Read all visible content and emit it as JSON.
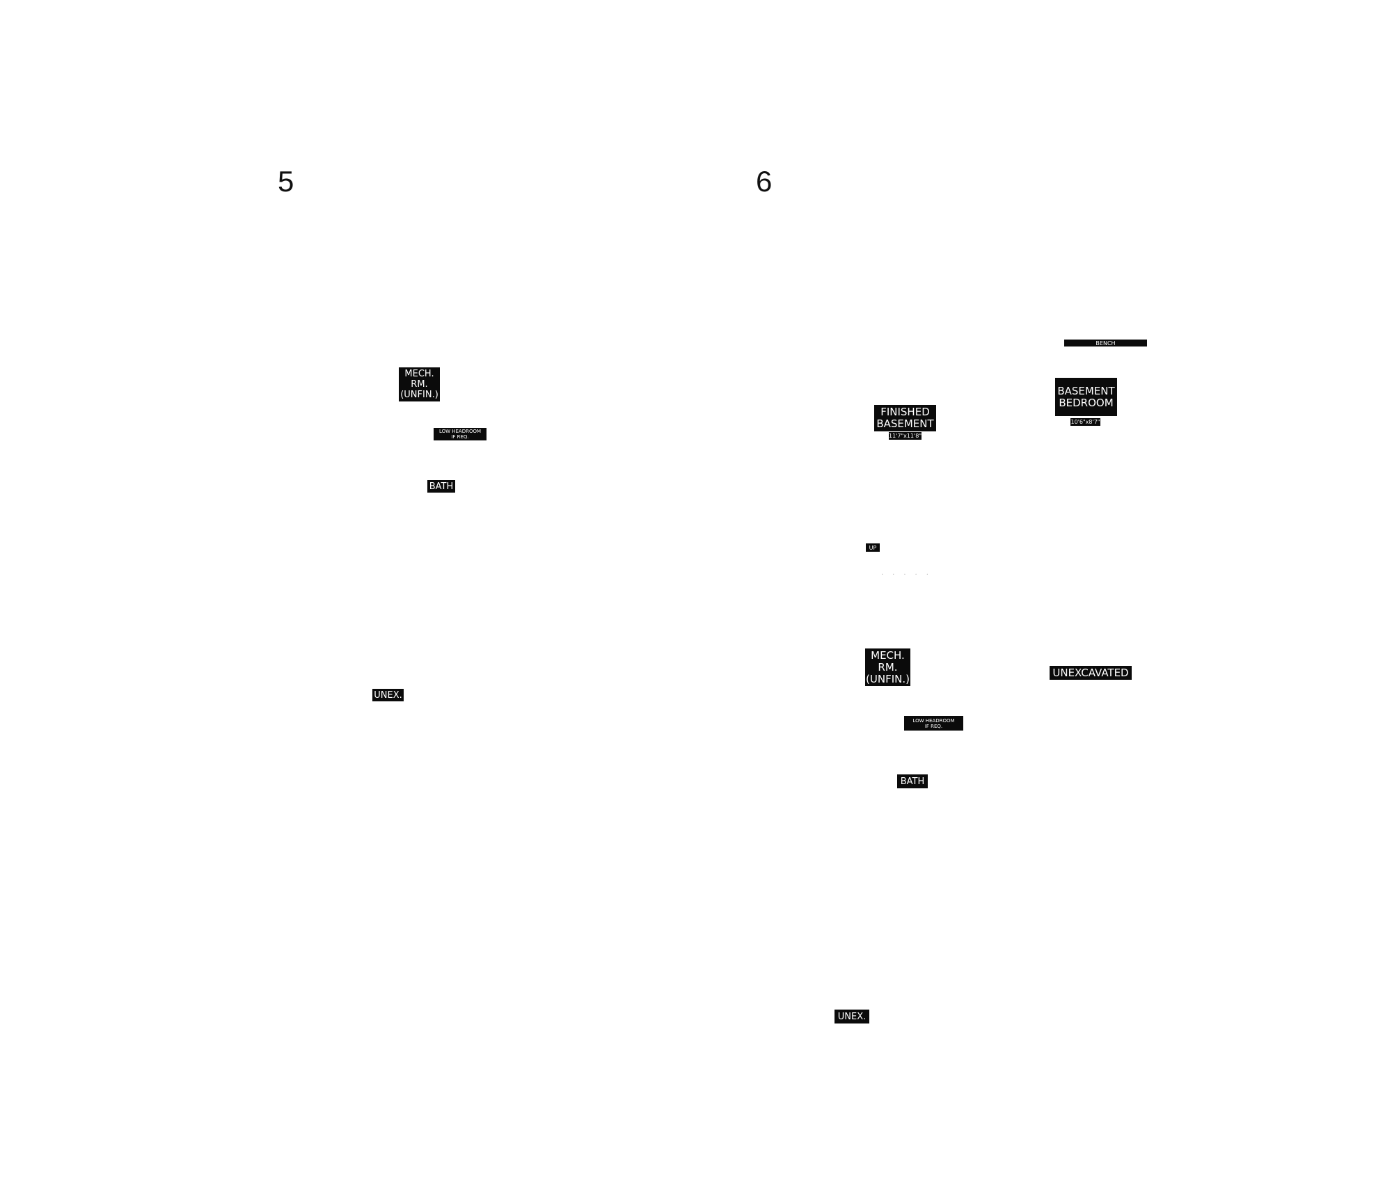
{
  "plans": [
    {
      "number": "5",
      "labels": {
        "mech": "MECH.\nRM.\n(UNFIN.)",
        "low_headroom": "LOW HEADROOM\nIF REQ.",
        "bath": "BATH",
        "unex": "UNEX."
      }
    },
    {
      "number": "6",
      "labels": {
        "bench": "BENCH",
        "basement_bedroom": "BASEMENT\nBEDROOM",
        "basement_bedroom_dims": "10'6\"x8'7\"",
        "finished_basement": "FINISHED\nBASEMENT",
        "finished_basement_dims": "11'7\"x11'8\"",
        "up": "UP",
        "mech": "MECH.\nRM.\n(UNFIN.)",
        "unexcavated": "UNEXCAVATED",
        "low_headroom": "LOW HEADROOM\nIF REQ.",
        "bath": "BATH",
        "unex": "UNEX."
      }
    }
  ],
  "colors": {
    "label_background": "#0b0b0b",
    "label_text": "#ffffff",
    "page_background": "#ffffff"
  }
}
